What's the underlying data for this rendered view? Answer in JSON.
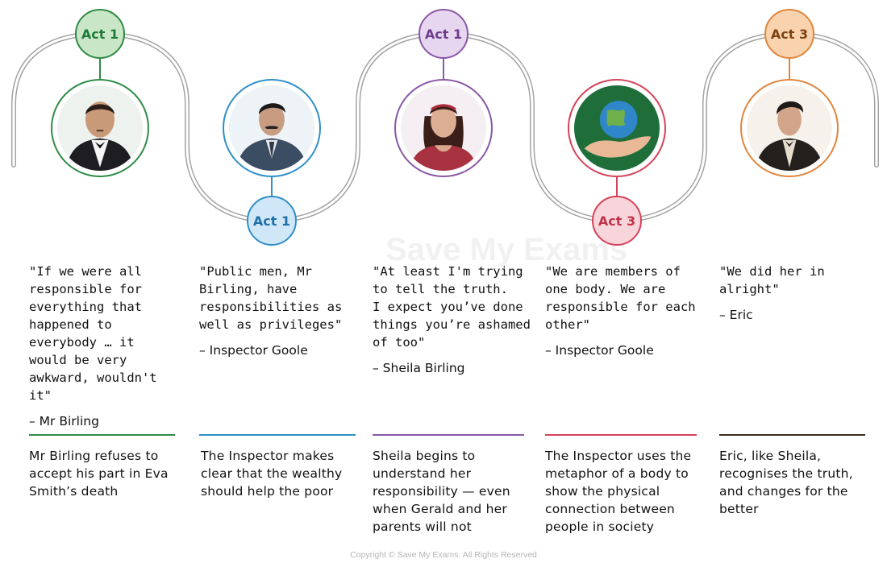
{
  "colors": {
    "green": {
      "stroke": "#2e8b46",
      "fill": "#c9e7c6",
      "text": "#1f7a3a"
    },
    "blue": {
      "stroke": "#2f8fc9",
      "fill": "#cfe7f7",
      "text": "#1f6fa8"
    },
    "purple": {
      "stroke": "#8a58a6",
      "fill": "#e6d6ef",
      "text": "#6d3d8c"
    },
    "red": {
      "stroke": "#d6425a",
      "fill": "#f8d5da",
      "text": "#c0344a"
    },
    "orange": {
      "stroke": "#e0853d",
      "fill": "#f9d3ad",
      "text": "#7a4416"
    },
    "connector": "#a3a3a3"
  },
  "entries": [
    {
      "act": "Act 1",
      "portrait_icon": "mr-birling-portrait-icon",
      "quote": "\"If we were all responsible for everything that happened to everybody … it would be very awkward, wouldn't it\"",
      "speaker": "– Mr Birling",
      "summary": "Mr Birling refuses to accept his part in Eva Smith’s death"
    },
    {
      "act": "Act 1",
      "portrait_icon": "inspector-goole-portrait-icon",
      "quote": "\"Public men, Mr Birling, have responsibilities as well as privileges\"",
      "speaker": "– Inspector Goole",
      "summary": "The Inspector makes clear that the wealthy should help the poor"
    },
    {
      "act": "Act 1",
      "portrait_icon": "sheila-birling-portrait-icon",
      "quote": "\"At least I'm trying to tell the truth.\nI expect you’ve done things you’re ashamed of too\"",
      "speaker": "– Sheila Birling",
      "summary": "Sheila begins to understand her responsibility — even when Gerald and her parents will not"
    },
    {
      "act": "Act 3",
      "portrait_icon": "globe-in-hand-icon",
      "quote": "\"We are members of one body. We are responsible for each other\"",
      "speaker": "– Inspector Goole",
      "summary": "The Inspector uses the metaphor of a body to show the physical connection between people in society"
    },
    {
      "act": "Act 3",
      "portrait_icon": "eric-portrait-icon",
      "quote": "\"We did her in alright\"",
      "speaker": "– Eric",
      "summary": "Eric, like Sheila, recognises the truth, and changes for the better"
    }
  ],
  "watermark": "Save My Exams",
  "copyright": "Copyright © Save My Exams. All Rights Reserved"
}
